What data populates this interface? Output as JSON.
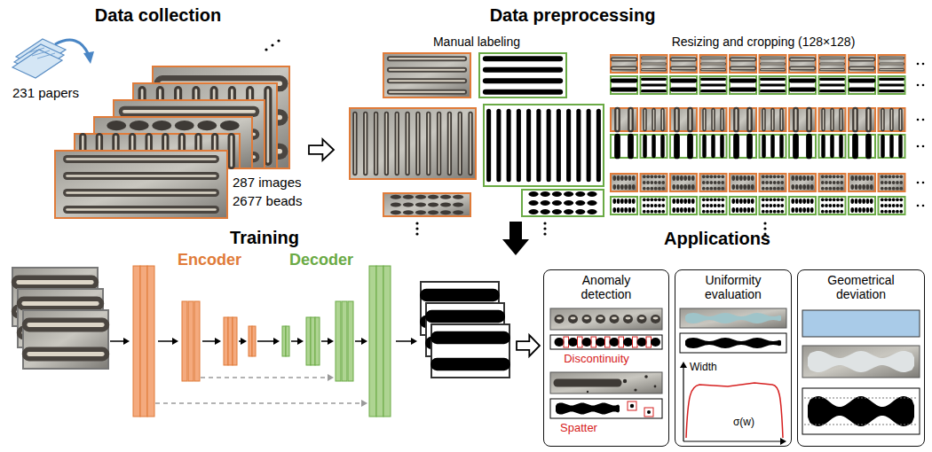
{
  "diagram": {
    "nodes": [
      {
        "text": [
          "Anomaly detection"
        ]
      },
      {
        "text": [
          "Uniformity evaluation"
        ]
      },
      {
        "text": [
          "Geometrical deviation"
        ]
      }
    ],
    "labels": [
      "Data collection",
      "231 papers",
      "287 images",
      "2677 beads",
      "Data preprocessing",
      "Manual labeling",
      "Resizing and cropping (128×128)",
      "Training",
      "Encoder",
      "Decoder",
      "Applications",
      "Discontinuity",
      "Spatter",
      "Width",
      "σ(w)"
    ]
  }
}
